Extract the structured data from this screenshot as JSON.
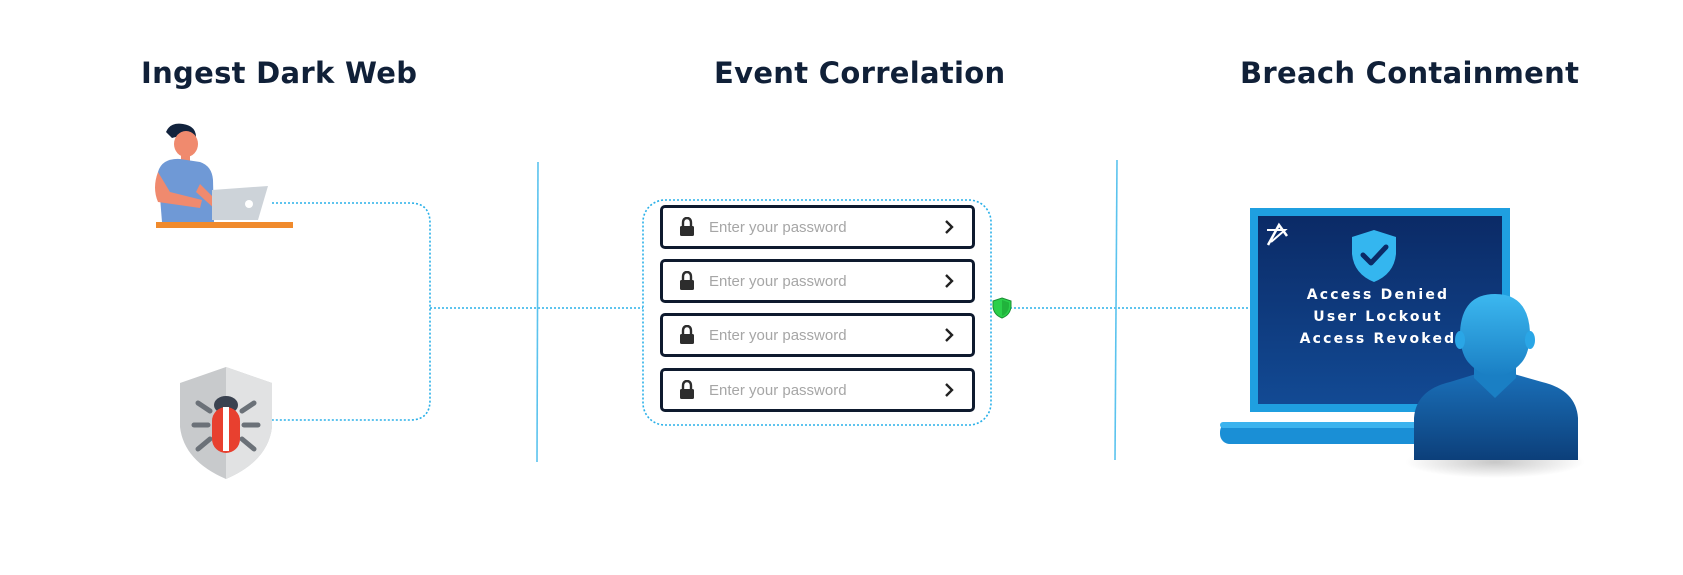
{
  "stages": [
    {
      "title": "Ingest Dark Web"
    },
    {
      "title": "Event Correlation"
    },
    {
      "title": "Breach Containment"
    }
  ],
  "password_fields": [
    {
      "placeholder": "Enter your password"
    },
    {
      "placeholder": "Enter your password"
    },
    {
      "placeholder": "Enter your password"
    },
    {
      "placeholder": "Enter your password"
    }
  ],
  "containment_screen": {
    "messages": [
      "Access Denied",
      "User Lockout",
      "Access Revoked"
    ]
  },
  "colors": {
    "heading": "#102038",
    "connector": "#2ab0e8",
    "field_border": "#0e1a2e",
    "placeholder": "#a6a6a6",
    "screen": "#0e3a7c",
    "laptop_frame": "#1f9fe0",
    "shield_ok": "#2bd04a",
    "bug_red": "#e8402f"
  },
  "icons": [
    "person-laptop-icon",
    "bug-shield-icon",
    "lock-icon",
    "chevron-right-icon",
    "green-shield-icon",
    "laptop-icon",
    "check-shield-icon",
    "user-silhouette-icon",
    "brand-logo-icon"
  ]
}
